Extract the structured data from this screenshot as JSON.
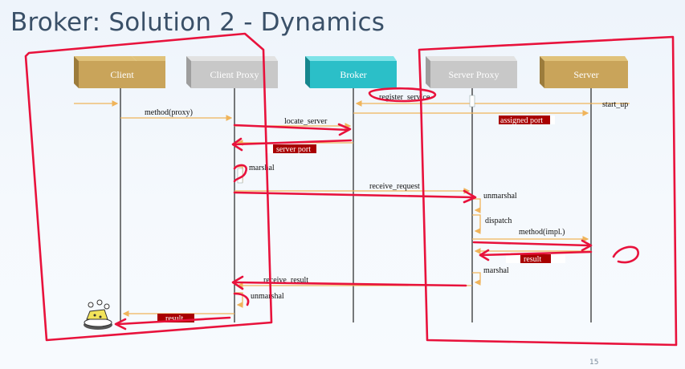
{
  "slide": {
    "title": "Broker: Solution 2 - Dynamics",
    "page_number": "15"
  },
  "participants": {
    "client": "Client",
    "client_proxy": "Client Proxy",
    "broker": "Broker",
    "server_proxy": "Server Proxy",
    "server": "Server"
  },
  "messages": {
    "register_service": "register_service",
    "start_up": "start_up",
    "method_proxy": "method(proxy)",
    "locate_server": "locate_server",
    "assigned_port": "assigned port",
    "server_port": "server port",
    "marshal_client": "marshal",
    "receive_request": "receive_request",
    "unmarshal_server": "unmarshal",
    "dispatch": "dispatch",
    "method_impl": "method(impl.)",
    "result_server": "result",
    "marshal_server": "marshal",
    "receive_result": "receive_result",
    "unmarshal_client": "unmarshal",
    "result_client": "result"
  },
  "colors": {
    "client_box": "#c9a45a",
    "client_proxy_box": "#c8c8c8",
    "broker_box": "#2bbfc8",
    "server_proxy_box": "#c8c8c8",
    "server_box": "#c9a45a",
    "arrow": "#f0b45a",
    "ink": "#e8123c",
    "result_box": "#a80000"
  }
}
